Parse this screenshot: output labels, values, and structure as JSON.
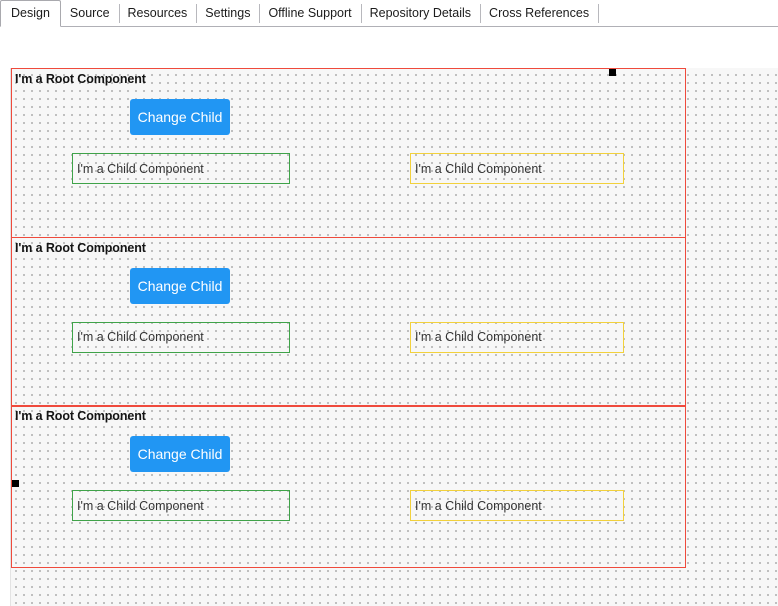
{
  "tabs": [
    {
      "label": "Design",
      "active": true
    },
    {
      "label": "Source",
      "active": false
    },
    {
      "label": "Resources",
      "active": false
    },
    {
      "label": "Settings",
      "active": false
    },
    {
      "label": "Offline Support",
      "active": false
    },
    {
      "label": "Repository Details",
      "active": false
    },
    {
      "label": "Cross References",
      "active": false
    }
  ],
  "colors": {
    "root_border": "#ef4a3c",
    "child_left_border": "#3fa349",
    "child_right_border": "#f2d13c",
    "button_background": "#2196f3",
    "button_text": "#ffffff",
    "canvas_background": "#f7f7f7",
    "grid_dot": "#3a3a3a",
    "handle": "#000000"
  },
  "canvas": {
    "root_components": [
      {
        "title": "I'm a Root Component",
        "button_label": "Change Child",
        "children": [
          {
            "label": "I'm a Child Component",
            "border_color": "#3fa349"
          },
          {
            "label": "I'm a Child Component",
            "border_color": "#f2d13c"
          }
        ]
      },
      {
        "title": "I'm a Root Component",
        "button_label": "Change Child",
        "children": [
          {
            "label": "I'm a Child Component",
            "border_color": "#3fa349"
          },
          {
            "label": "I'm a Child Component",
            "border_color": "#f2d13c"
          }
        ]
      },
      {
        "title": "I'm a Root Component",
        "button_label": "Change Child",
        "children": [
          {
            "label": "I'm a Child Component",
            "border_color": "#3fa349"
          },
          {
            "label": "I'm a Child Component",
            "border_color": "#f2d13c"
          }
        ]
      }
    ]
  }
}
